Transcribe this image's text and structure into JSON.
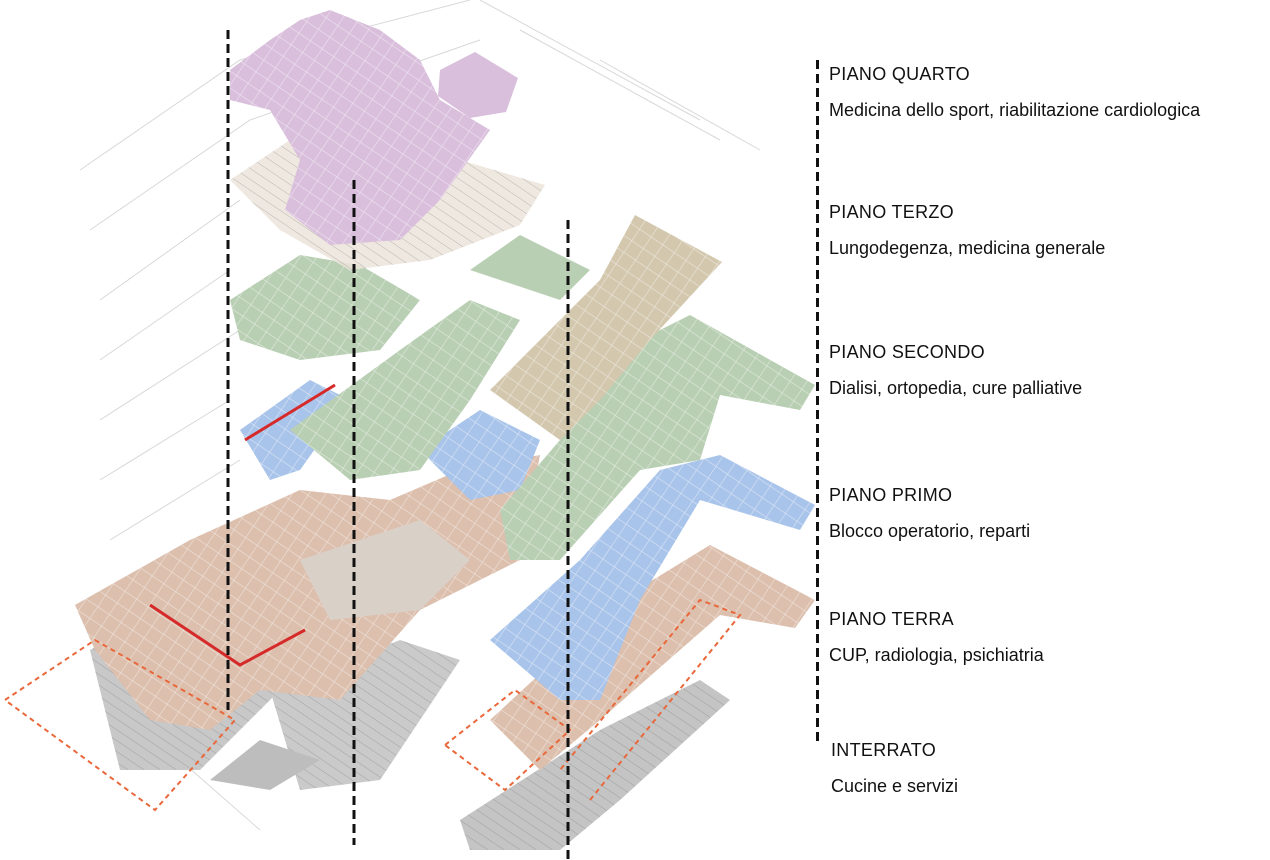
{
  "floors": [
    {
      "name": "PIANO QUARTO",
      "description": "Medicina dello sport, riabilitazione cardiologica",
      "color": "#d9bfdc"
    },
    {
      "name": "PIANO TERZO",
      "description": "Lungodegenza, medicina generale",
      "color": "#d3c8ae"
    },
    {
      "name": "PIANO SECONDO",
      "description": "Dialisi, ortopedia, cure palliative",
      "color": "#b9cfb3"
    },
    {
      "name": "PIANO PRIMO",
      "description": "Blocco operatorio, reparti",
      "color": "#a9c4ea"
    },
    {
      "name": "PIANO TERRA",
      "description": "CUP, radiologia, psichiatria",
      "color": "#dcbfad"
    },
    {
      "name": "INTERRATO",
      "description": "Cucine e servizi",
      "color": "#c8c8c8"
    }
  ],
  "accent_colors": {
    "section_line": "#111111",
    "outline": "#e9683b",
    "route": "#d62a2a"
  }
}
